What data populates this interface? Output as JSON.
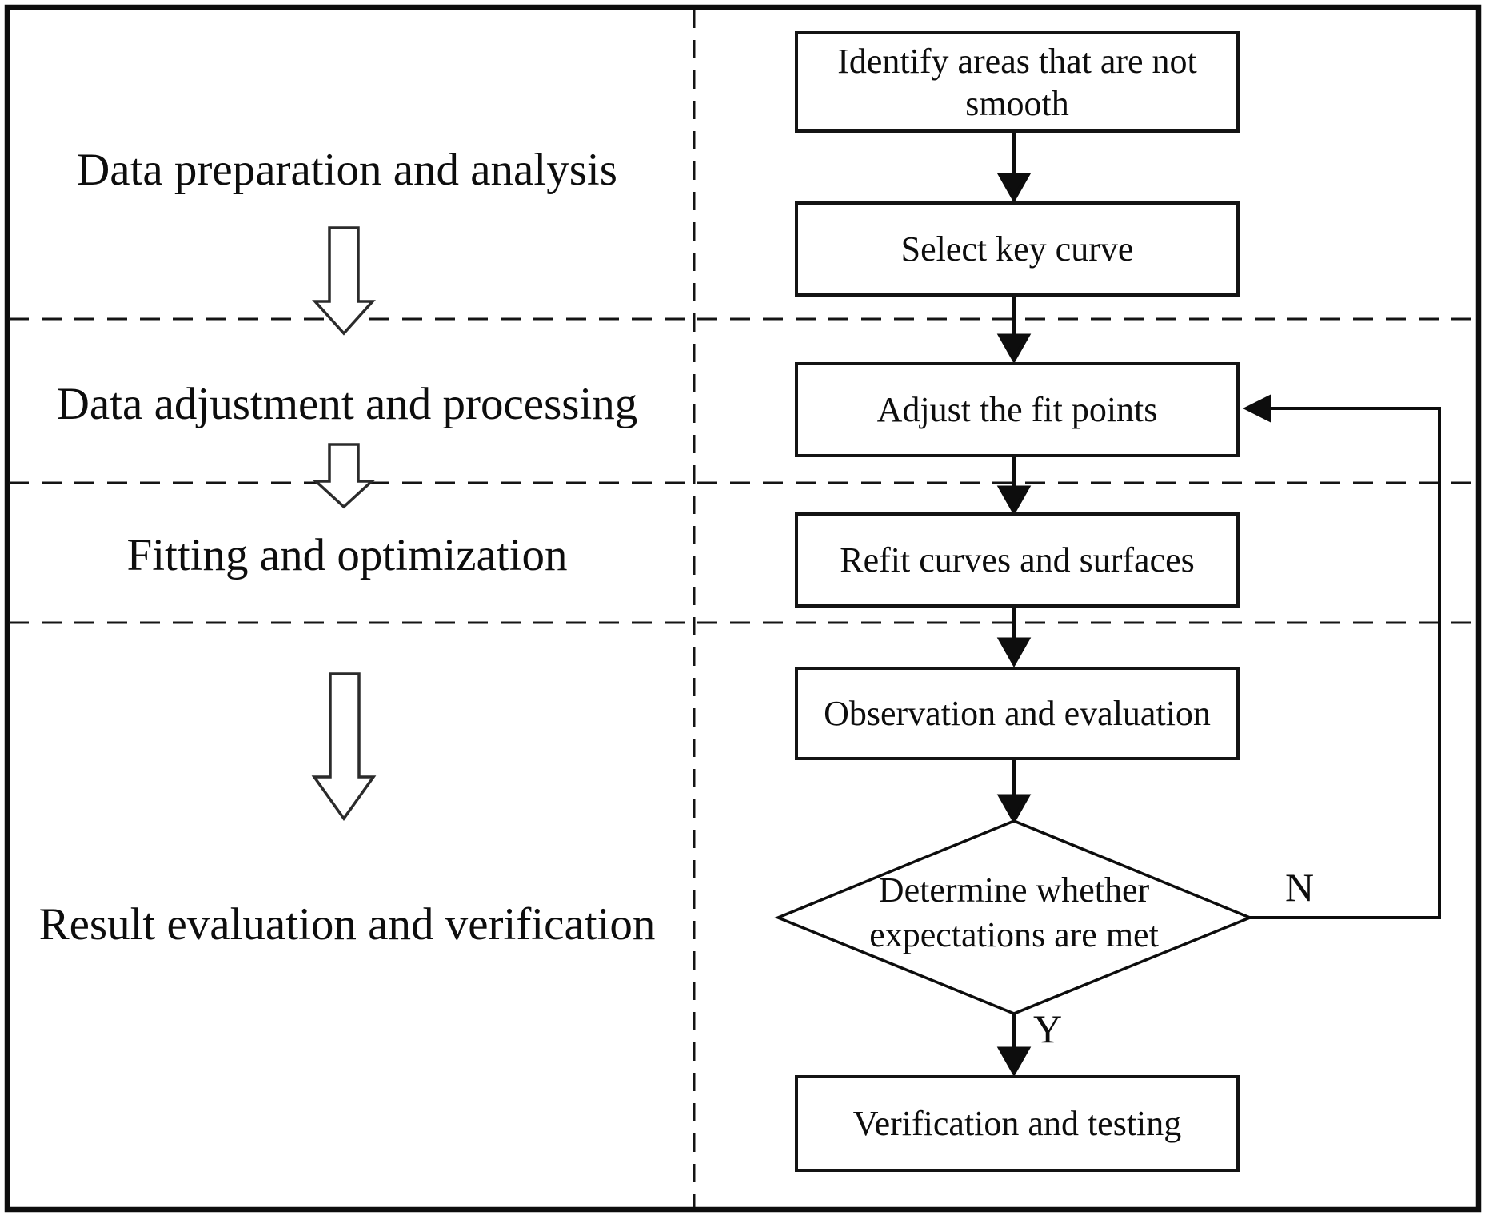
{
  "figure": {
    "title": "Surface fitting workflow flowchart"
  },
  "left_panel": {
    "phases": [
      "Data preparation and analysis",
      "Data adjustment and processing",
      "Fitting and optimization",
      "Result evaluation and verification"
    ]
  },
  "flowchart": {
    "steps": [
      "Identify areas that are not\nsmooth",
      "Select key curve",
      "Adjust the fit points",
      "Refit curves and surfaces",
      "Observation and evaluation",
      "Verification and testing"
    ],
    "decision": "Determine whether\nexpectations are met",
    "no_label": "N",
    "yes_label": "Y"
  },
  "colors": {
    "ink": "#141414",
    "background": "#ffffff"
  }
}
